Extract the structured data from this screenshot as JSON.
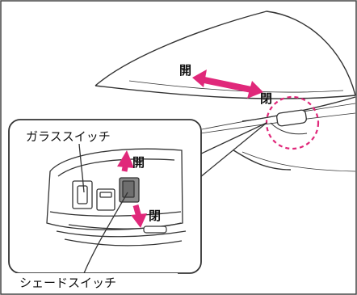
{
  "labels": {
    "glass_switch": "ガラススイッチ",
    "shade_switch": "シェードスイッチ",
    "roof_open": "開",
    "roof_close": "閉",
    "switch_open": "開",
    "switch_close": "閉"
  },
  "colors": {
    "arrow": "#e0287a",
    "highlight_circle": "#e0287a",
    "line": "#333333",
    "switch_fill": "#8a8a8a"
  }
}
